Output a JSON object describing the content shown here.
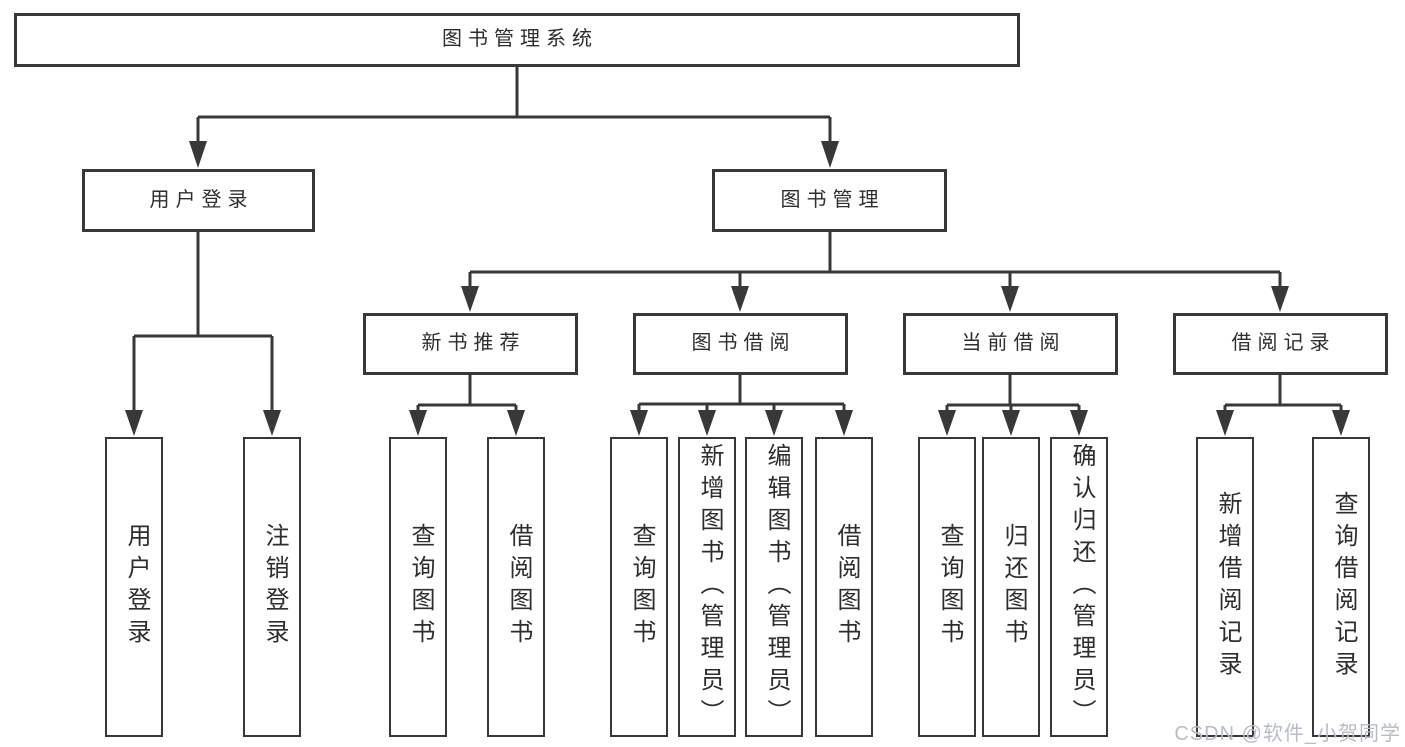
{
  "colors": {
    "line": "#383838",
    "box_background": "#ffffff",
    "text": "#2e2e2e",
    "watermark": "#b9bdc3"
  },
  "diagram": {
    "root": {
      "label": "图书管理系统"
    },
    "branches": [
      {
        "label": "用户登录",
        "children": [
          "用户登录",
          "注销登录"
        ]
      },
      {
        "label": "图书管理",
        "groups": [
          {
            "label": "新书推荐",
            "children": [
              "查询图书",
              "借阅图书"
            ]
          },
          {
            "label": "图书借阅",
            "children": [
              "查询图书",
              "新增图书（管理员）",
              "编辑图书（管理员）",
              "借阅图书"
            ]
          },
          {
            "label": "当前借阅",
            "children": [
              "查询图书",
              "归还图书",
              "确认归还（管理员）"
            ]
          },
          {
            "label": "借阅记录",
            "children": [
              "新增借阅记录",
              "查询借阅记录"
            ]
          }
        ]
      }
    ]
  },
  "watermark": {
    "text": "CSDN @软件_小贺同学"
  }
}
